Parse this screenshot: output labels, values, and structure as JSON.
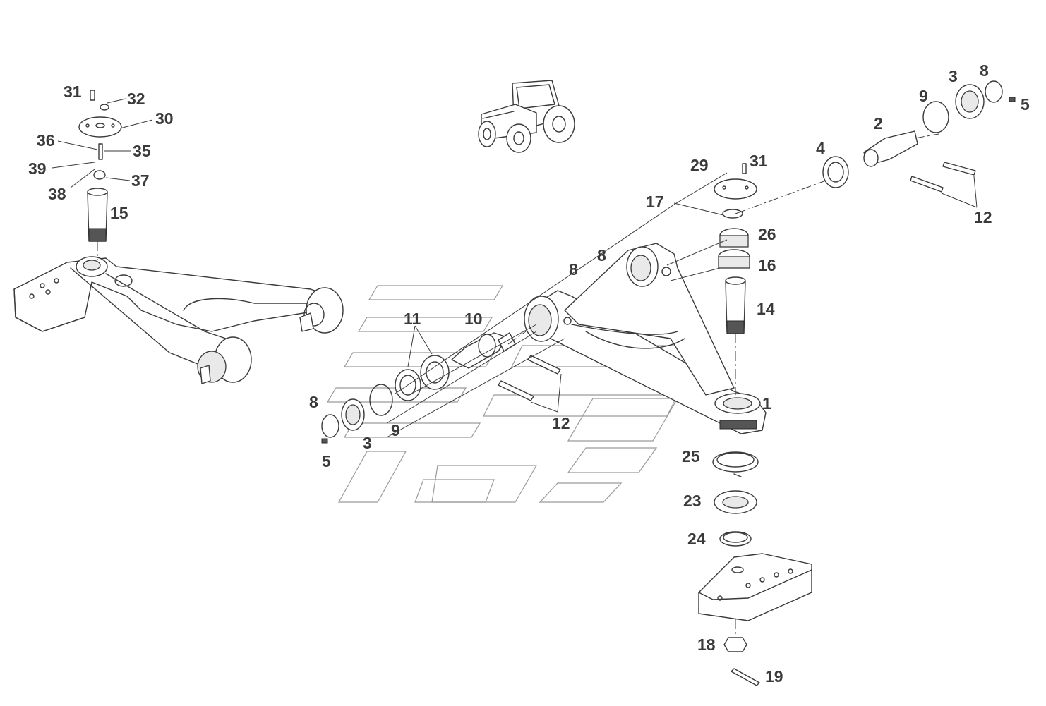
{
  "callouts": [
    {
      "id": "c-31a",
      "label": "31"
    },
    {
      "id": "c-32",
      "label": "32"
    },
    {
      "id": "c-30",
      "label": "30"
    },
    {
      "id": "c-36",
      "label": "36"
    },
    {
      "id": "c-35",
      "label": "35"
    },
    {
      "id": "c-39",
      "label": "39"
    },
    {
      "id": "c-37",
      "label": "37"
    },
    {
      "id": "c-38",
      "label": "38"
    },
    {
      "id": "c-15",
      "label": "15"
    },
    {
      "id": "c-29",
      "label": "29"
    },
    {
      "id": "c-31b",
      "label": "31"
    },
    {
      "id": "c-17",
      "label": "17"
    },
    {
      "id": "c-26",
      "label": "26"
    },
    {
      "id": "c-16",
      "label": "16"
    },
    {
      "id": "c-14",
      "label": "14"
    },
    {
      "id": "c-1",
      "label": "1"
    },
    {
      "id": "c-25",
      "label": "25"
    },
    {
      "id": "c-23",
      "label": "23"
    },
    {
      "id": "c-24",
      "label": "24"
    },
    {
      "id": "c-18",
      "label": "18"
    },
    {
      "id": "c-19",
      "label": "19"
    },
    {
      "id": "c-4",
      "label": "4"
    },
    {
      "id": "c-2",
      "label": "2"
    },
    {
      "id": "c-9a",
      "label": "9"
    },
    {
      "id": "c-3a",
      "label": "3"
    },
    {
      "id": "c-8a",
      "label": "8"
    },
    {
      "id": "c-5a",
      "label": "5"
    },
    {
      "id": "c-12a",
      "label": "12"
    },
    {
      "id": "c-8b",
      "label": "8"
    },
    {
      "id": "c-8c",
      "label": "8"
    },
    {
      "id": "c-11",
      "label": "11"
    },
    {
      "id": "c-10",
      "label": "10"
    },
    {
      "id": "c-12b",
      "label": "12"
    },
    {
      "id": "c-8d",
      "label": "8"
    },
    {
      "id": "c-3b",
      "label": "3"
    },
    {
      "id": "c-9b",
      "label": "9"
    },
    {
      "id": "c-5b",
      "label": "5"
    }
  ],
  "colors": {
    "line": "#3a3a3a",
    "watermark": "#9a9a9a",
    "background": "#ffffff"
  }
}
